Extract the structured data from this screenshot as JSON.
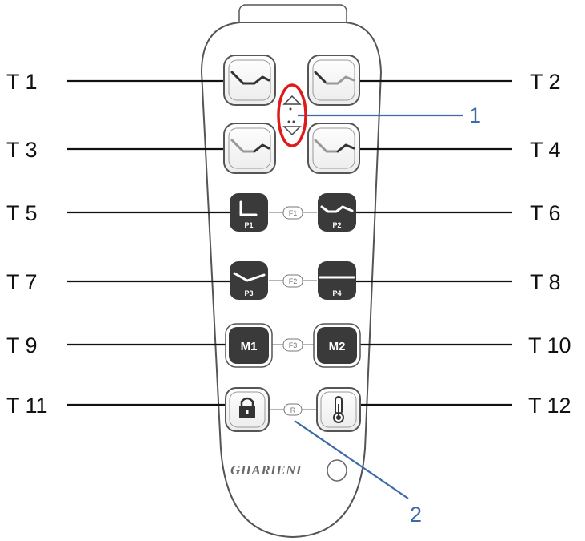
{
  "labels": {
    "t1": "T 1",
    "t2": "T 2",
    "t3": "T 3",
    "t4": "T 4",
    "t5": "T 5",
    "t6": "T 6",
    "t7": "T 7",
    "t8": "T 8",
    "t9": "T 9",
    "t10": "T 10",
    "t11": "T 11",
    "t12": "T 12"
  },
  "callouts": {
    "one": "1",
    "two": "2"
  },
  "buttons": {
    "p1": "P1",
    "p2": "P2",
    "p3": "P3",
    "p4": "P4",
    "m1": "M1",
    "m2": "M2"
  },
  "connectors": {
    "f1": "F1",
    "f2": "F2",
    "f3": "F3",
    "r": "R"
  },
  "brand": "GHARIENI",
  "colors": {
    "callout_line": "#3d6aa8",
    "highlight_ring": "#e0191b",
    "dark_button": "#3a3a3a",
    "outline": "#555555"
  },
  "icons": [
    "lock-icon",
    "thermometer-icon",
    "up-arrow-icon",
    "down-arrow-icon"
  ]
}
